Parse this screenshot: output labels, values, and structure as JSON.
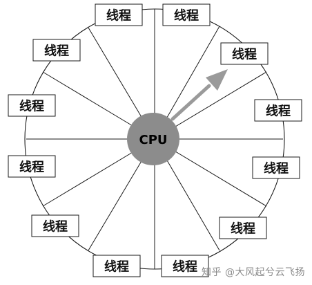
{
  "diagram": {
    "center_label": "CPU",
    "thread_labels": [
      "线程",
      "线程",
      "线程",
      "线程",
      "线程",
      "线程",
      "线程",
      "线程",
      "线程",
      "线程",
      "线程",
      "线程"
    ]
  },
  "watermark": "知乎 @大风起兮云飞扬",
  "colors": {
    "cpu_fill": "#8c8c8c",
    "cpu_text": "#000000",
    "arrow": "#9a9a9a",
    "stroke": "#1a1a1a",
    "box_fill": "#ffffff",
    "watermark": "#8a8a8a"
  }
}
